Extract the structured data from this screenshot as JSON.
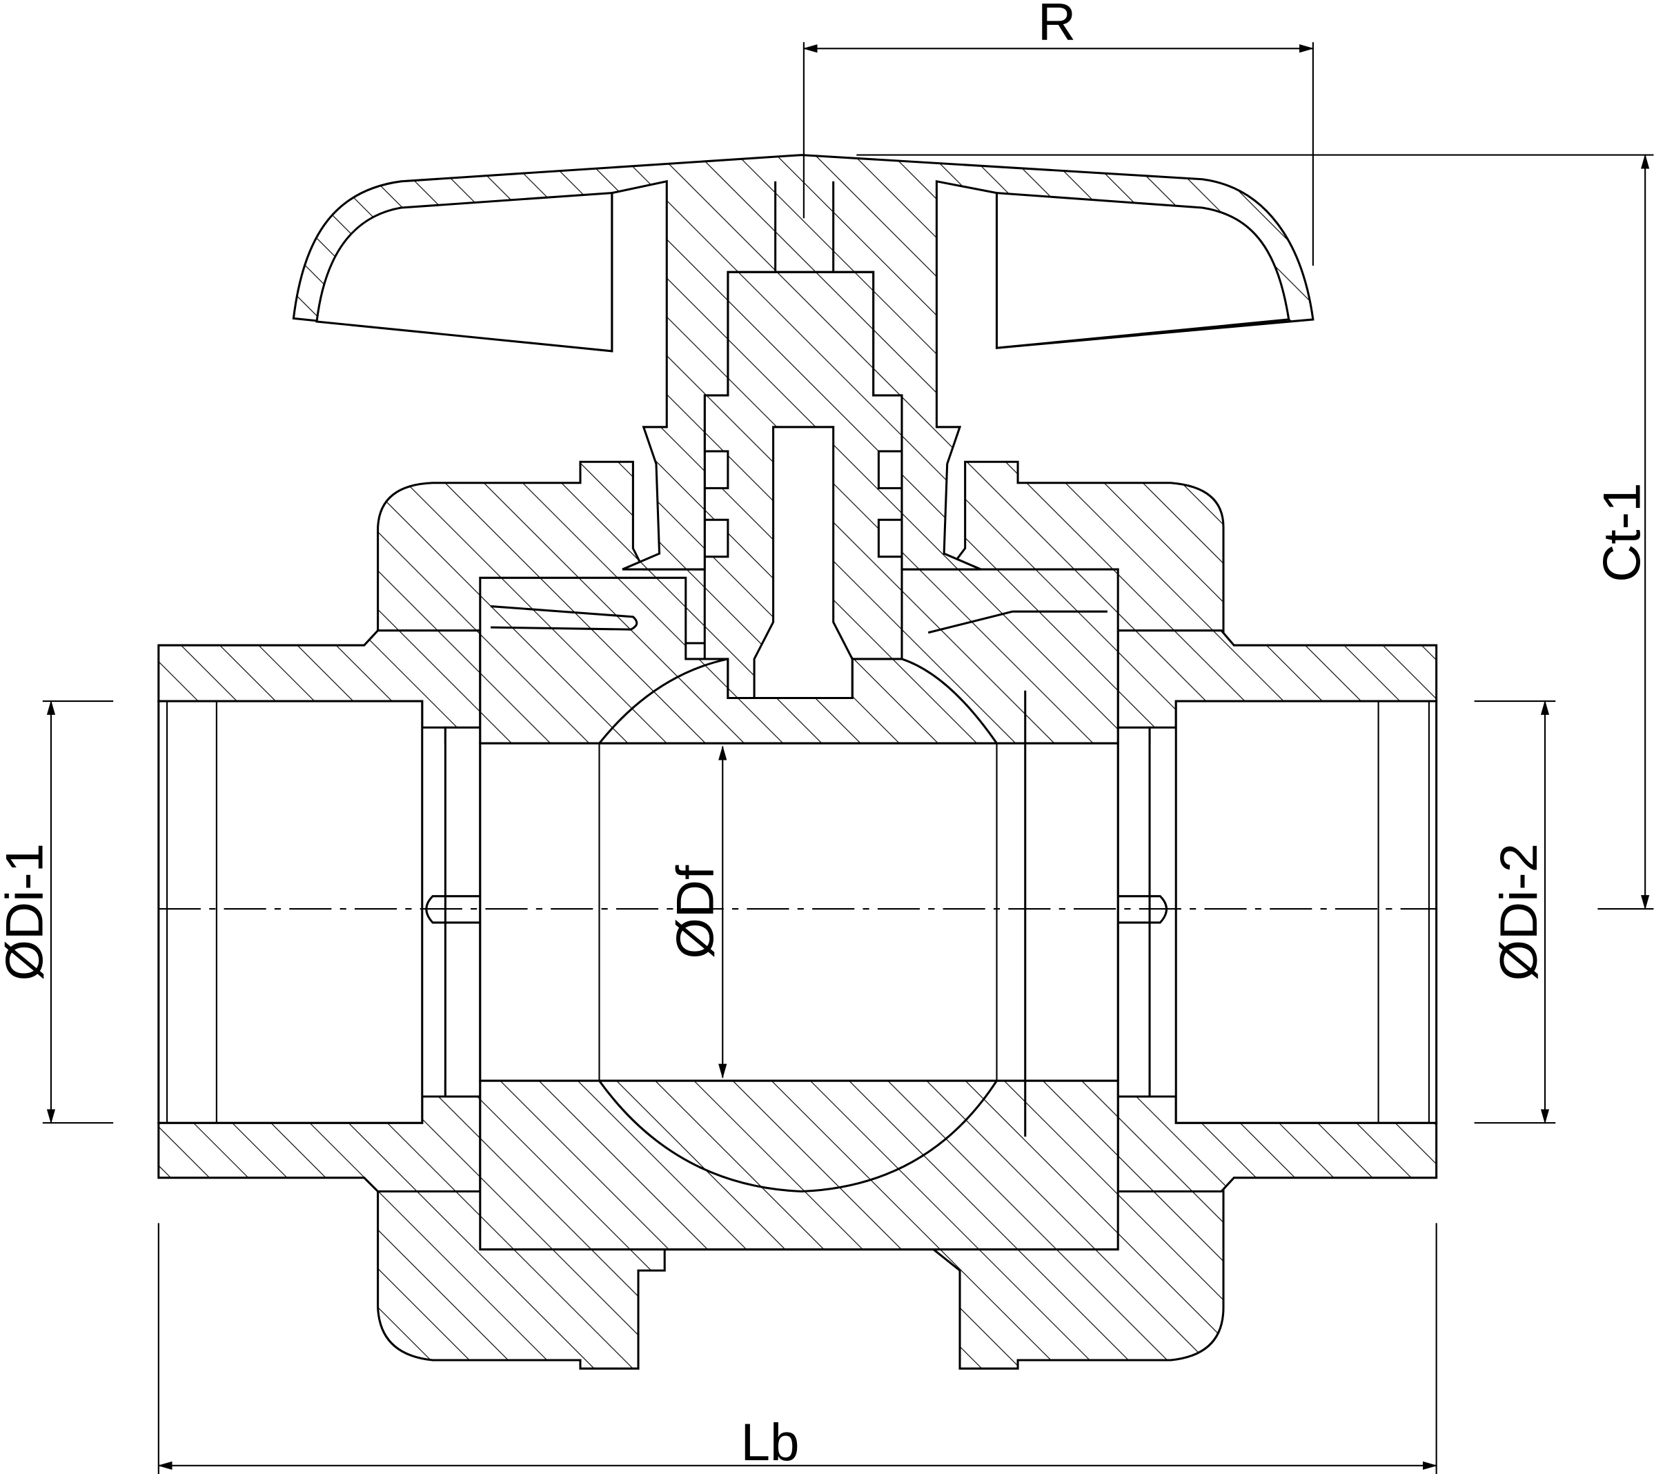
{
  "drawing": {
    "type": "ball valve cross-section",
    "dimensions": {
      "handle_radius": "R",
      "center_height": "Ct-1",
      "inner_diameter_1": "ØDi-1",
      "flow_diameter": "ØDf",
      "inner_diameter_2": "ØDi-2",
      "body_length": "Lb"
    },
    "colors": {
      "line": "#000000",
      "background": "#ffffff"
    }
  }
}
